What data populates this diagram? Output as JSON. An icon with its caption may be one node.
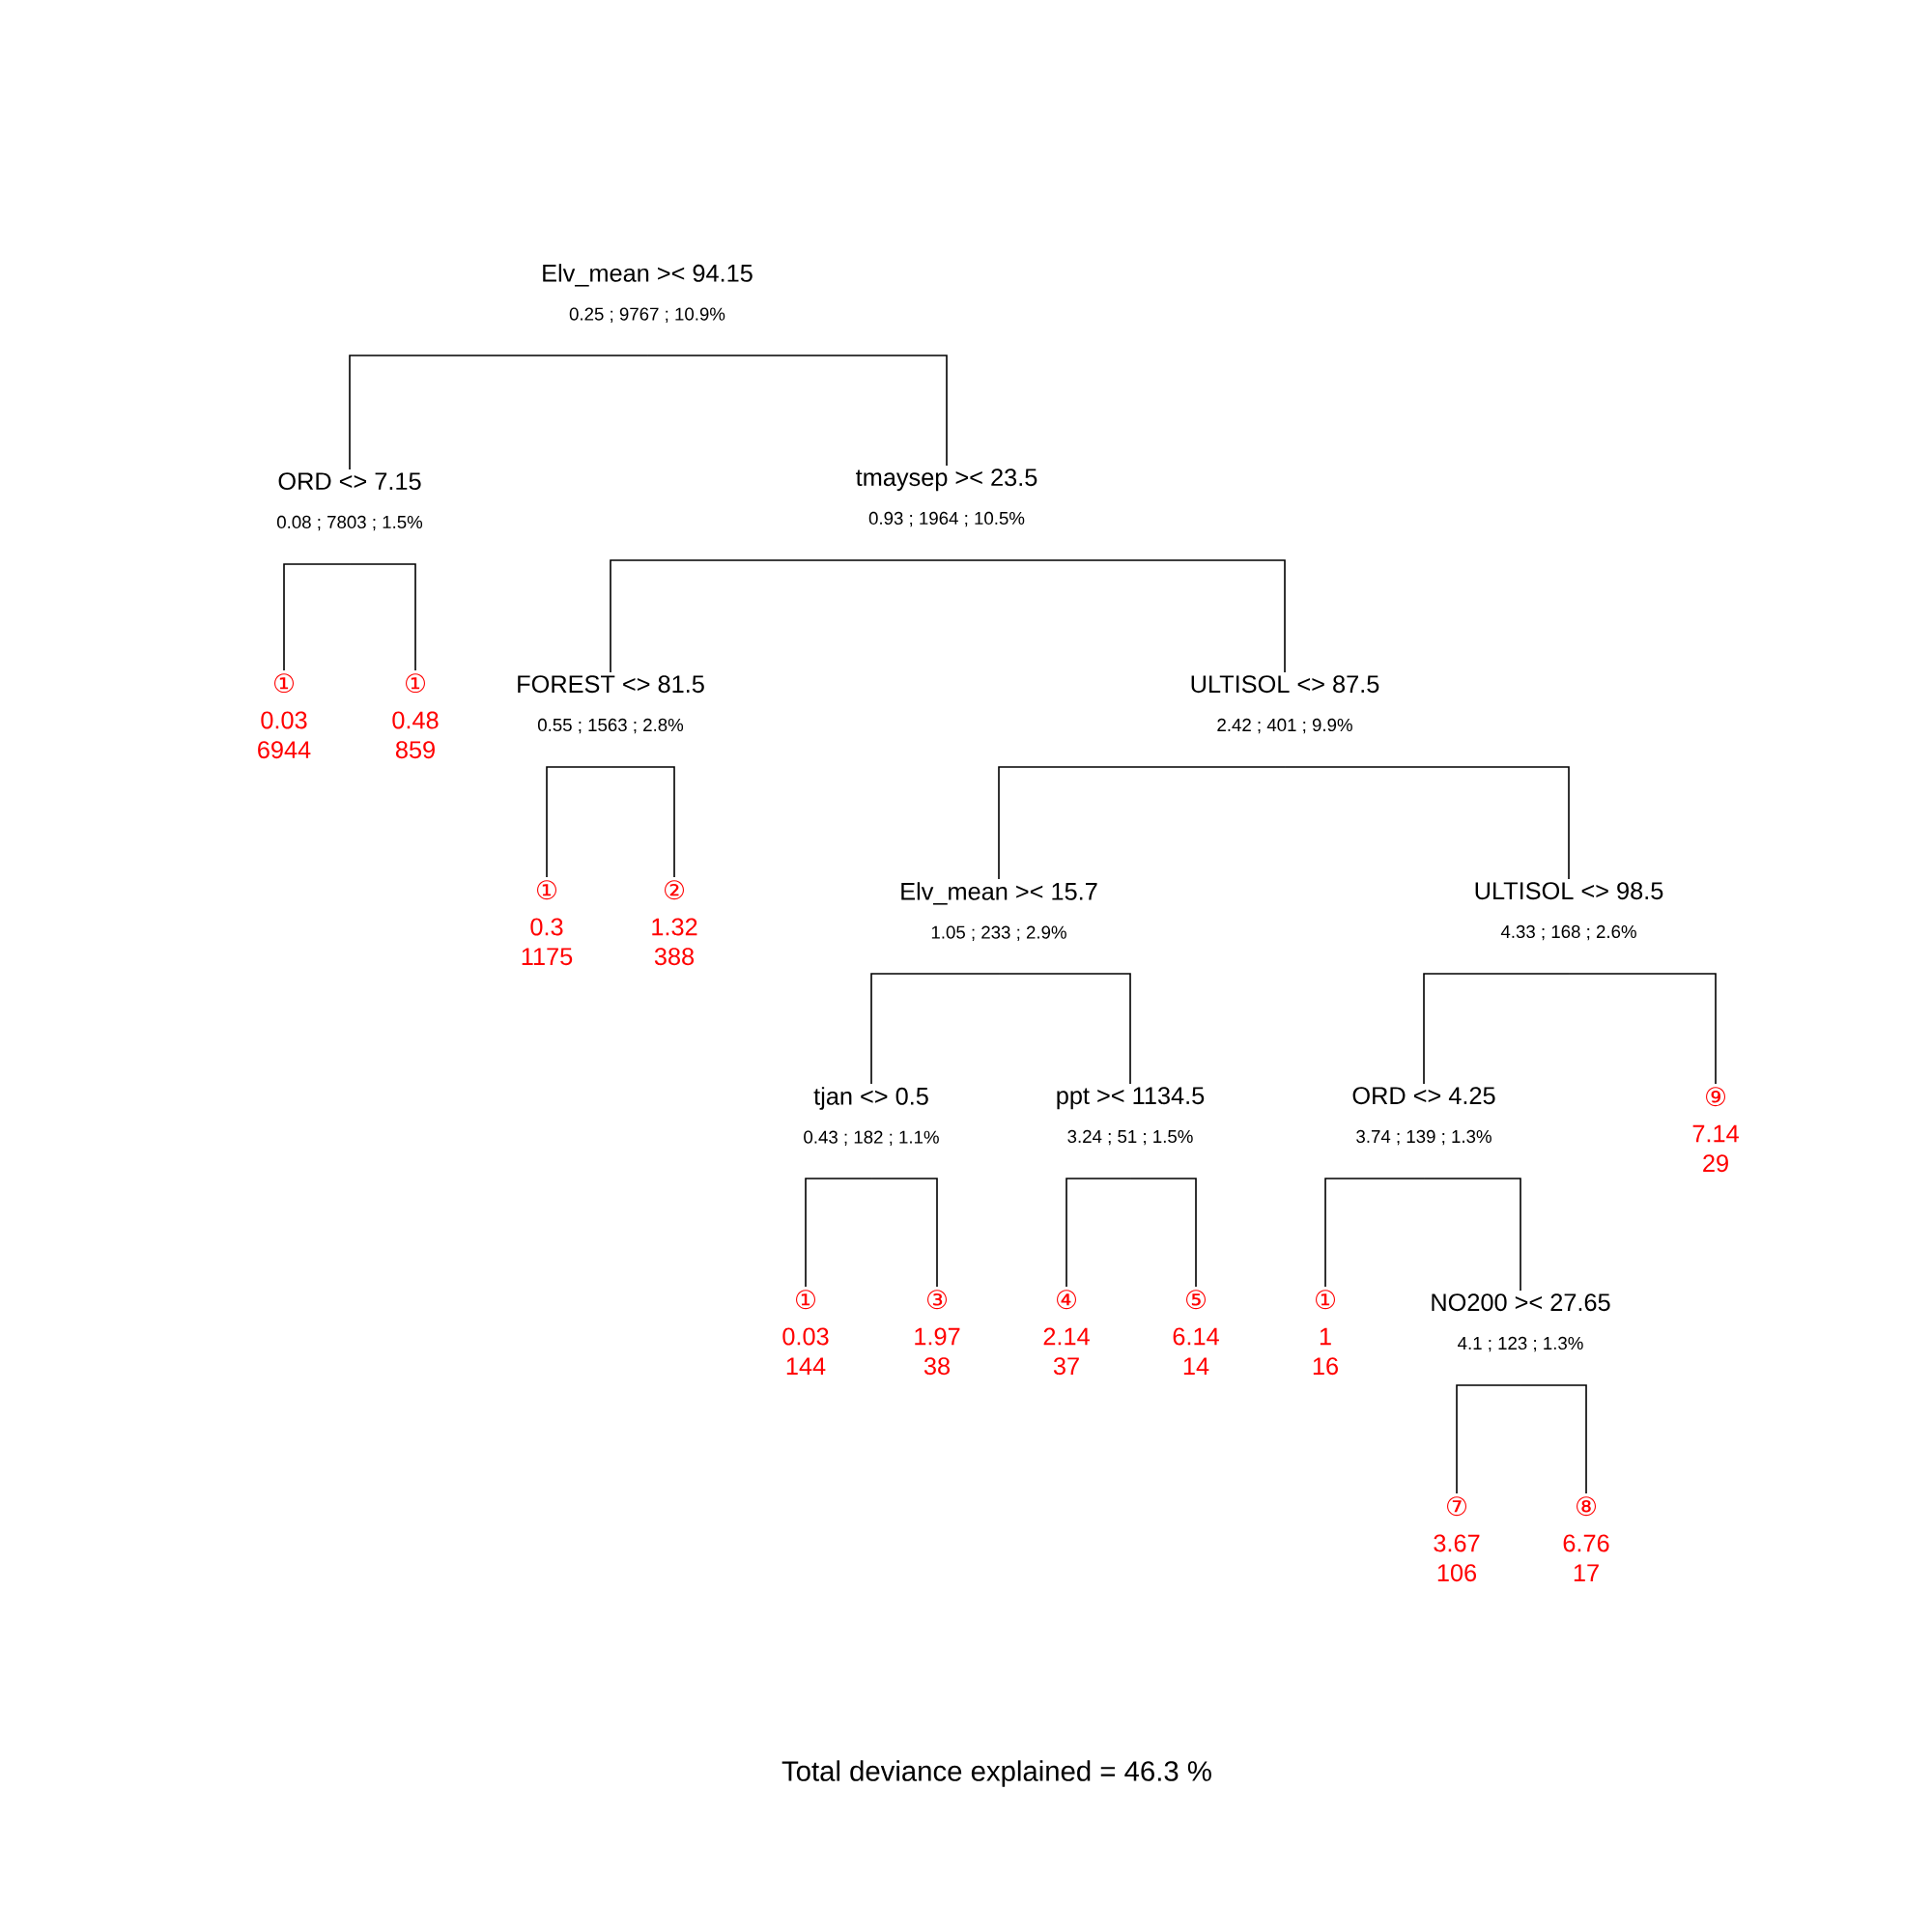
{
  "diagram": {
    "caption": "Total deviance explained = 46.3 %",
    "nodes": [
      {
        "text": [
          "Elv_mean >< 94.15",
          "0.25 ; 9767 ; 10.9%"
        ]
      },
      {
        "text": [
          "ORD <> 7.15",
          "0.08 ; 7803 ; 1.5%"
        ]
      },
      {
        "text": [
          "①",
          "0.03",
          "6944"
        ]
      },
      {
        "text": [
          "①",
          "0.48",
          "859"
        ]
      },
      {
        "text": [
          "tmaysep >< 23.5",
          "0.93 ; 1964 ; 10.5%"
        ]
      },
      {
        "text": [
          "FOREST <> 81.5",
          "0.55 ; 1563 ; 2.8%"
        ]
      },
      {
        "text": [
          "①",
          "0.3",
          "1175"
        ]
      },
      {
        "text": [
          "②",
          "1.32",
          "388"
        ]
      },
      {
        "text": [
          "ULTISOL <> 87.5",
          "2.42 ; 401 ; 9.9%"
        ]
      },
      {
        "text": [
          "Elv_mean >< 15.7",
          "1.05 ; 233 ; 2.9%"
        ]
      },
      {
        "text": [
          "tjan <> 0.5",
          "0.43 ; 182 ; 1.1%"
        ]
      },
      {
        "text": [
          "①",
          "0.03",
          "144"
        ]
      },
      {
        "text": [
          "③",
          "1.97",
          "38"
        ]
      },
      {
        "text": [
          "ppt >< 1134.5",
          "3.24 ; 51 ; 1.5%"
        ]
      },
      {
        "text": [
          "④",
          "2.14",
          "37"
        ]
      },
      {
        "text": [
          "⑤",
          "6.14",
          "14"
        ]
      },
      {
        "text": [
          "ULTISOL <> 98.5",
          "4.33 ; 168 ; 2.6%"
        ]
      },
      {
        "text": [
          "ORD <> 4.25",
          "3.74 ; 139 ; 1.3%"
        ]
      },
      {
        "text": [
          "①",
          "1",
          "16"
        ]
      },
      {
        "text": [
          "NO200 >< 27.65",
          "4.1 ; 123 ; 1.3%"
        ]
      },
      {
        "text": [
          "⑦",
          "3.67",
          "106"
        ]
      },
      {
        "text": [
          "⑧",
          "6.76",
          "17"
        ]
      },
      {
        "text": [
          "⑨",
          "7.14",
          "29"
        ]
      }
    ],
    "edges": [
      {
        "from": 0,
        "to": 1,
        "arrow": "none"
      },
      {
        "from": 0,
        "to": 4,
        "arrow": "none"
      },
      {
        "from": 1,
        "to": 2,
        "arrow": "none"
      },
      {
        "from": 1,
        "to": 3,
        "arrow": "none"
      },
      {
        "from": 4,
        "to": 5,
        "arrow": "none"
      },
      {
        "from": 4,
        "to": 8,
        "arrow": "none"
      },
      {
        "from": 5,
        "to": 6,
        "arrow": "none"
      },
      {
        "from": 5,
        "to": 7,
        "arrow": "none"
      },
      {
        "from": 8,
        "to": 9,
        "arrow": "none"
      },
      {
        "from": 8,
        "to": 16,
        "arrow": "none"
      },
      {
        "from": 9,
        "to": 10,
        "arrow": "none"
      },
      {
        "from": 9,
        "to": 13,
        "arrow": "none"
      },
      {
        "from": 10,
        "to": 11,
        "arrow": "none"
      },
      {
        "from": 10,
        "to": 12,
        "arrow": "none"
      },
      {
        "from": 13,
        "to": 14,
        "arrow": "none"
      },
      {
        "from": 13,
        "to": 15,
        "arrow": "none"
      },
      {
        "from": 16,
        "to": 17,
        "arrow": "none"
      },
      {
        "from": 16,
        "to": 22,
        "arrow": "none"
      },
      {
        "from": 17,
        "to": 18,
        "arrow": "none"
      },
      {
        "from": 17,
        "to": 19,
        "arrow": "none"
      },
      {
        "from": 19,
        "to": 20,
        "arrow": "none"
      },
      {
        "from": 19,
        "to": 21,
        "arrow": "none"
      }
    ]
  }
}
